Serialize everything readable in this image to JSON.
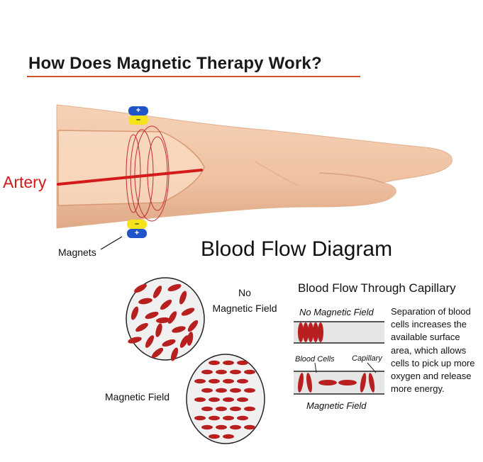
{
  "title": "How Does Magnetic Therapy Work?",
  "colors": {
    "accent_rule": "#d2502c",
    "artery": "#d41a1a",
    "cells": "#b82020",
    "skin": "#f1c7a7",
    "pole_positive": "#1f55c8",
    "pole_negative": "#f4e21a"
  },
  "arm": {
    "artery_label": "Artery",
    "magnets_label": "Magnets",
    "poles": {
      "positive": "+",
      "negative": "–"
    }
  },
  "blood_flow": {
    "title": "Blood Flow Diagram",
    "no_field_label": [
      "No",
      "Magnetic Field"
    ],
    "magnetic_field_label": "Magnetic Field"
  },
  "capillary": {
    "title": "Blood Flow Through Capillary",
    "no_field_label": "No Magnetic Field",
    "blood_cells_label": "Blood Cells",
    "capillary_label": "Capillary",
    "magnetic_field_label": "Magnetic Field",
    "description": "Separation of blood cells increases the available surface area, which allows cells to pick up more oxygen and release more energy."
  }
}
